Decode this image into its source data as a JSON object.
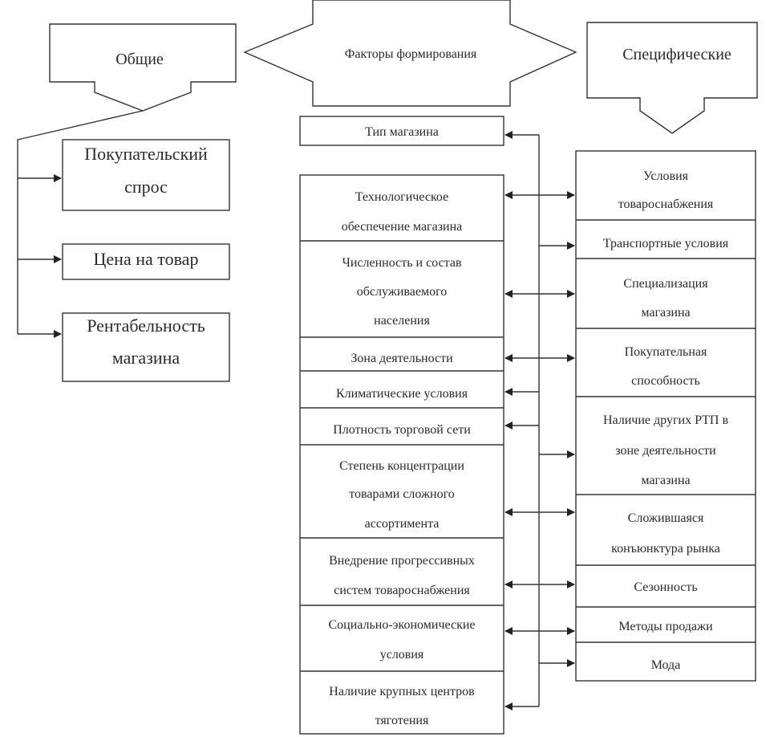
{
  "header": {
    "title": "Факторы формирования",
    "general_label": "Общие",
    "specific_label": "Специфические"
  },
  "general": [
    [
      "Покупательский",
      "спрос"
    ],
    [
      "Цена на товар"
    ],
    [
      "Рентабельность",
      "магазина"
    ]
  ],
  "store_type": "Тип магазина",
  "middle": [
    [
      "Технологическое",
      "обеспечение магазина"
    ],
    [
      "Численность и состав",
      "обслуживаемого",
      "населения"
    ],
    [
      "Зона деятельности"
    ],
    [
      "Климатические условия"
    ],
    [
      "Плотность торговой сети"
    ],
    [
      "Степень концентрации",
      "товарами сложного",
      "ассортимента"
    ],
    [
      "Внедрение прогрессивных",
      "систем товароснабжения"
    ],
    [
      "Социально-экономические",
      "условия"
    ],
    [
      "Наличие крупных центров",
      "тяготения"
    ]
  ],
  "right": [
    [
      "Условия",
      "товароснабжения"
    ],
    [
      "Транспортные условия"
    ],
    [
      "Специализация",
      "магазина"
    ],
    [
      "Покупательная",
      "способность"
    ],
    [
      "Наличие других РТП в",
      "зоне деятельности",
      "магазина"
    ],
    [
      "Сложившаяся",
      "конъюнктура рынка"
    ],
    [
      "Сезонность"
    ],
    [
      "Методы продажи"
    ],
    [
      "Мода"
    ]
  ]
}
